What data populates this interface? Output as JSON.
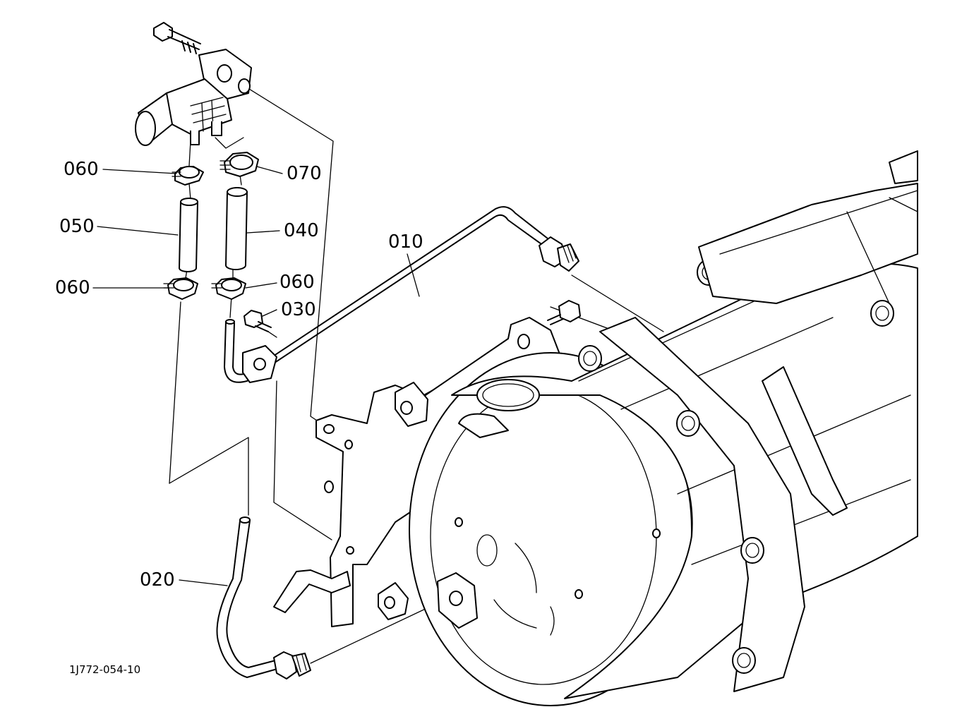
{
  "drawing": {
    "doc_id": "1J772-054-10"
  },
  "callouts": [
    {
      "id": "c060a",
      "text": "060"
    },
    {
      "id": "c050",
      "text": "050"
    },
    {
      "id": "c060b",
      "text": "060"
    },
    {
      "id": "c070",
      "text": "070"
    },
    {
      "id": "c040",
      "text": "040"
    },
    {
      "id": "c060c",
      "text": "060"
    },
    {
      "id": "c030",
      "text": "030"
    },
    {
      "id": "c010",
      "text": "010"
    },
    {
      "id": "c020",
      "text": "020"
    }
  ]
}
